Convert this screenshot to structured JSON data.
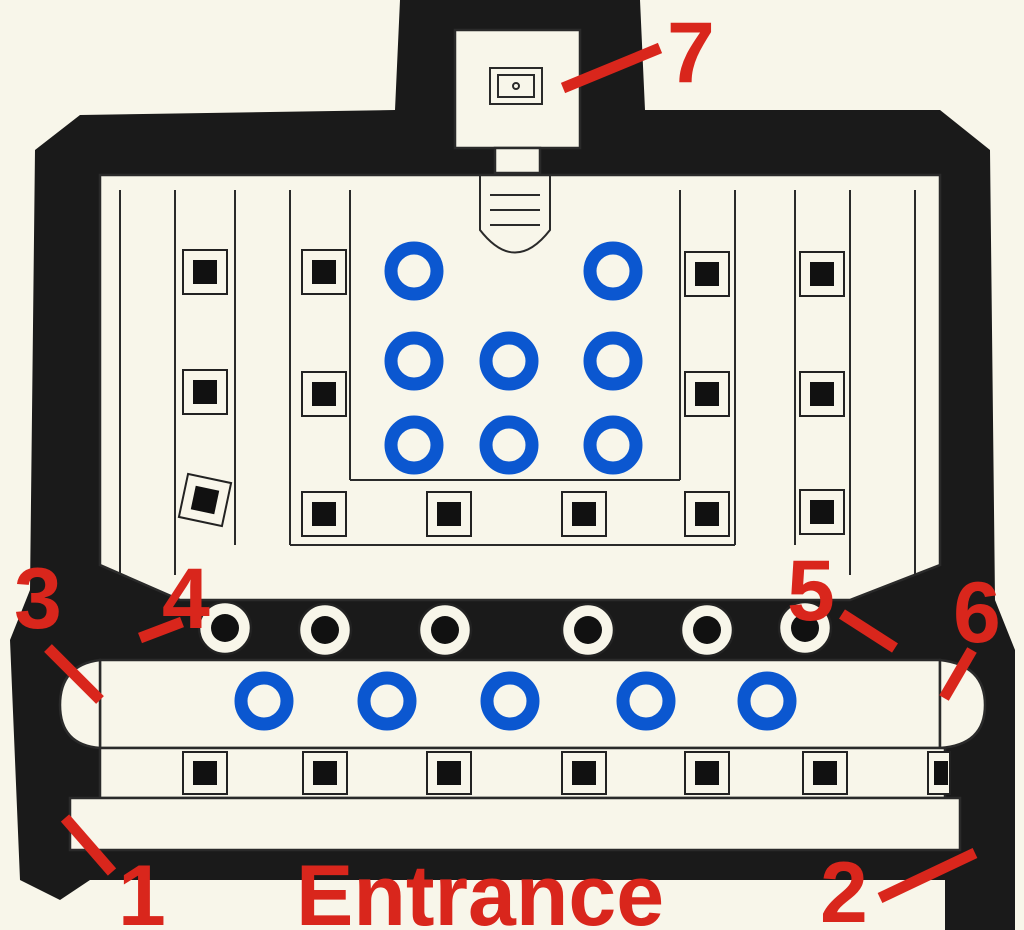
{
  "labels": {
    "entrance": "Entrance",
    "numbers": [
      "1",
      "2",
      "3",
      "4",
      "5",
      "6",
      "7"
    ]
  },
  "colors": {
    "annotation": "#d9261c",
    "marker": "#0b57d0",
    "rock": "#1a1a1a",
    "paper": "#f8f6ea"
  }
}
